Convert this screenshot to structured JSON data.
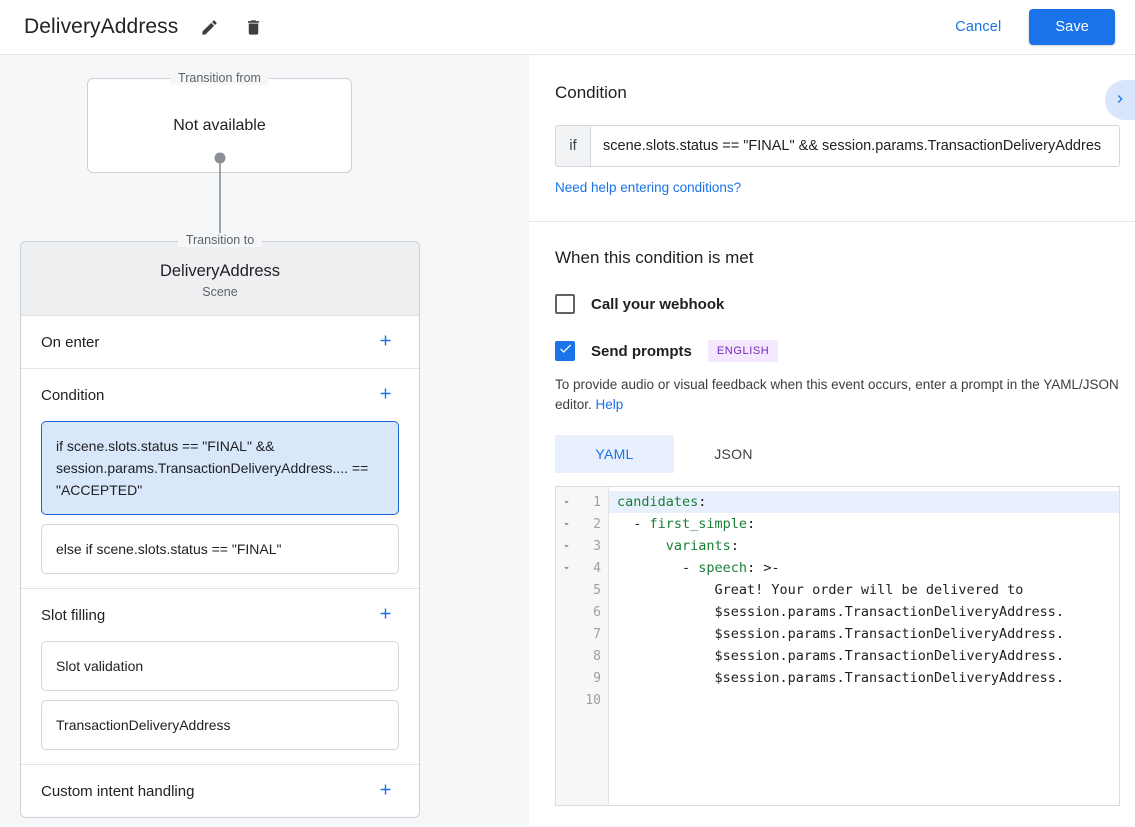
{
  "topbar": {
    "title": "DeliveryAddress",
    "edit_icon": "pencil-icon",
    "delete_icon": "trash-icon",
    "cancel_label": "Cancel",
    "save_label": "Save",
    "accent_color": "#1a73e8"
  },
  "left_panel": {
    "transition_from": {
      "legend": "Transition from",
      "value": "Not available"
    },
    "transition_to": {
      "legend": "Transition to",
      "title": "DeliveryAddress",
      "subtitle": "Scene"
    },
    "sections": [
      {
        "title": "On enter",
        "add_icon": "plus-icon",
        "items": []
      },
      {
        "title": "Condition",
        "add_icon": "plus-icon",
        "items": [
          {
            "text": "if scene.slots.status == \"FINAL\" && session.params.TransactionDeliveryAddress.... == \"ACCEPTED\"",
            "selected": true
          },
          {
            "text": "else if scene.slots.status == \"FINAL\"",
            "selected": false
          }
        ]
      },
      {
        "title": "Slot filling",
        "add_icon": "plus-icon",
        "items": [
          {
            "text": "Slot validation",
            "selected": false
          },
          {
            "text": "TransactionDeliveryAddress",
            "selected": false
          }
        ]
      },
      {
        "title": "Custom intent handling",
        "add_icon": "plus-icon",
        "items": []
      }
    ]
  },
  "right_panel": {
    "condition": {
      "heading": "Condition",
      "expand_icon": "chevron-right-icon",
      "if_label": "if",
      "expression": "scene.slots.status == \"FINAL\" && session.params.TransactionDeliveryAddres",
      "help_link": "Need help entering conditions?"
    },
    "when_met": {
      "heading": "When this condition is met",
      "webhook": {
        "label": "Call your webhook",
        "checked": false
      },
      "prompts": {
        "label": "Send prompts",
        "checked": true,
        "badge": "ENGLISH",
        "badge_bg": "#f3e8fd",
        "badge_color": "#7627bb"
      },
      "description_prefix": "To provide audio or visual feedback when this event occurs, enter a prompt in the YAML/JSON editor. ",
      "description_link": "Help"
    },
    "editor": {
      "tabs": [
        {
          "label": "YAML",
          "active": true
        },
        {
          "label": "JSON",
          "active": false
        }
      ],
      "lines": [
        {
          "n": "1",
          "fold": true,
          "highlight": true,
          "segments": [
            {
              "t": "candidates",
              "c": "key"
            },
            {
              "t": ":",
              "c": "plain"
            }
          ]
        },
        {
          "n": "2",
          "fold": true,
          "highlight": false,
          "segments": [
            {
              "t": "  - ",
              "c": "plain"
            },
            {
              "t": "first_simple",
              "c": "key"
            },
            {
              "t": ":",
              "c": "plain"
            }
          ]
        },
        {
          "n": "3",
          "fold": true,
          "highlight": false,
          "segments": [
            {
              "t": "      ",
              "c": "plain"
            },
            {
              "t": "variants",
              "c": "key"
            },
            {
              "t": ":",
              "c": "plain"
            }
          ]
        },
        {
          "n": "4",
          "fold": true,
          "highlight": false,
          "segments": [
            {
              "t": "        - ",
              "c": "plain"
            },
            {
              "t": "speech",
              "c": "key"
            },
            {
              "t": ": >-",
              "c": "plain"
            }
          ]
        },
        {
          "n": "5",
          "fold": false,
          "highlight": false,
          "segments": [
            {
              "t": "            Great! Your order will be delivered to",
              "c": "plain"
            }
          ]
        },
        {
          "n": "6",
          "fold": false,
          "highlight": false,
          "segments": [
            {
              "t": "            $session.params.TransactionDeliveryAddress.",
              "c": "plain"
            }
          ]
        },
        {
          "n": "7",
          "fold": false,
          "highlight": false,
          "segments": [
            {
              "t": "            $session.params.TransactionDeliveryAddress.",
              "c": "plain"
            }
          ]
        },
        {
          "n": "8",
          "fold": false,
          "highlight": false,
          "segments": [
            {
              "t": "            $session.params.TransactionDeliveryAddress.",
              "c": "plain"
            }
          ]
        },
        {
          "n": "9",
          "fold": false,
          "highlight": false,
          "segments": [
            {
              "t": "            $session.params.TransactionDeliveryAddress.",
              "c": "plain"
            }
          ]
        },
        {
          "n": "10",
          "fold": false,
          "highlight": false,
          "segments": []
        }
      ]
    }
  }
}
